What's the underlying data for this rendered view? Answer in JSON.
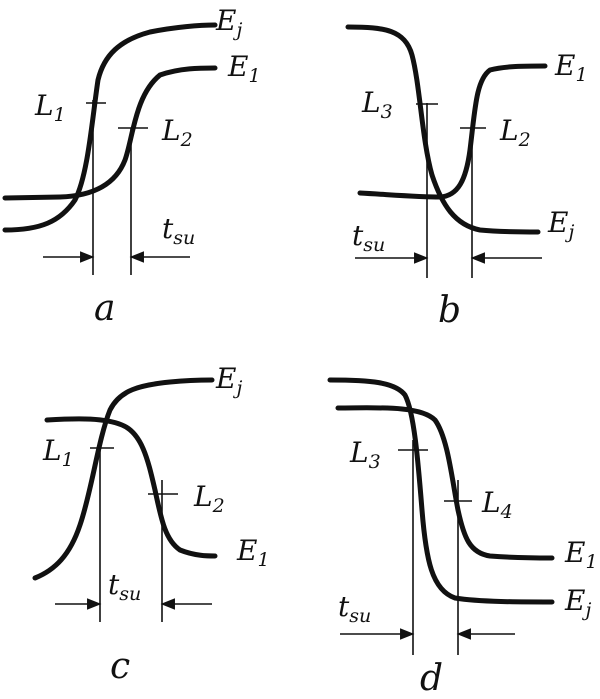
{
  "panels": {
    "a": {
      "letter": "a",
      "curve_top": {
        "name": "E",
        "sub": "j"
      },
      "curve_mid": {
        "name": "E",
        "sub": "1"
      },
      "marker_left": {
        "name": "L",
        "sub": "1"
      },
      "marker_right": {
        "name": "L",
        "sub": "2"
      },
      "interval": {
        "name": "t",
        "sub": "su"
      }
    },
    "b": {
      "letter": "b",
      "curve_top": {
        "name": "E",
        "sub": "1"
      },
      "curve_bottom": {
        "name": "E",
        "sub": "j"
      },
      "marker_left": {
        "name": "L",
        "sub": "3"
      },
      "marker_right": {
        "name": "L",
        "sub": "2"
      },
      "interval": {
        "name": "t",
        "sub": "su"
      }
    },
    "c": {
      "letter": "c",
      "curve_top": {
        "name": "E",
        "sub": "j"
      },
      "curve_bottom": {
        "name": "E",
        "sub": "1"
      },
      "marker_left": {
        "name": "L",
        "sub": "1"
      },
      "marker_right": {
        "name": "L",
        "sub": "2"
      },
      "interval": {
        "name": "t",
        "sub": "su"
      }
    },
    "d": {
      "letter": "d",
      "curve_upper": {
        "name": "E",
        "sub": "1"
      },
      "curve_lower": {
        "name": "E",
        "sub": "j"
      },
      "marker_left": {
        "name": "L",
        "sub": "3"
      },
      "marker_right": {
        "name": "L",
        "sub": "4"
      },
      "interval": {
        "name": "t",
        "sub": "su"
      }
    }
  }
}
